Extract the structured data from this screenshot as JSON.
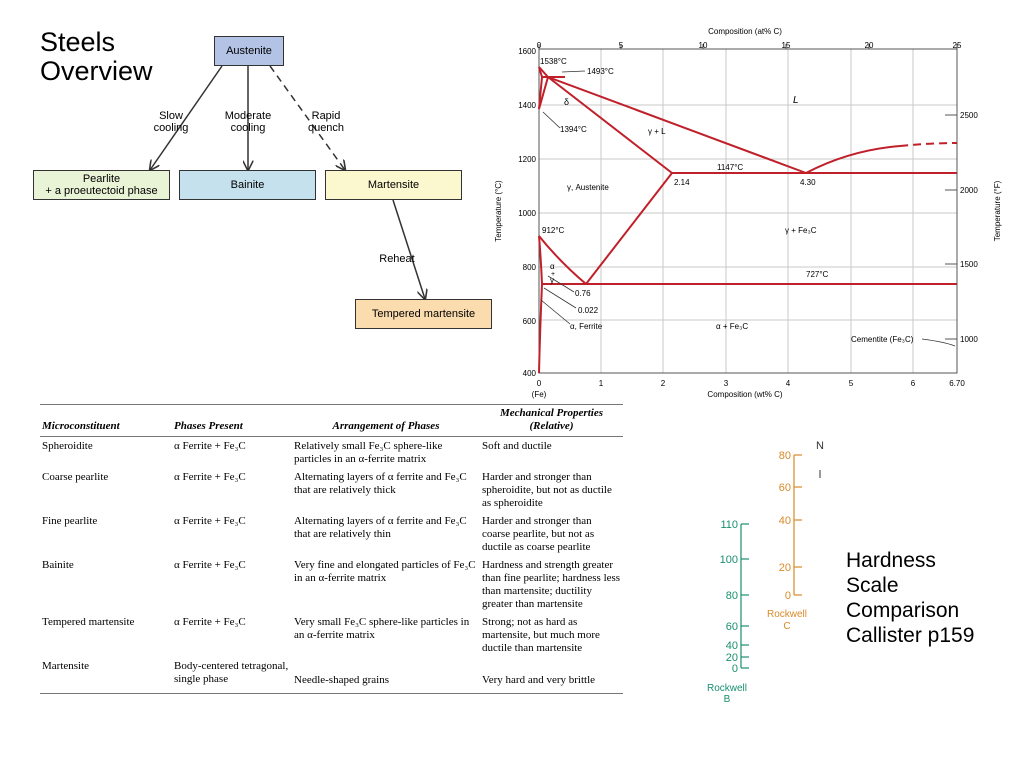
{
  "title": [
    "Steels",
    "Overview"
  ],
  "flowchart": {
    "austenite": "Austenite",
    "slow": [
      "Slow",
      "cooling"
    ],
    "moderate": [
      "Moderate",
      "cooling"
    ],
    "rapid": [
      "Rapid",
      "quench"
    ],
    "pearlite": [
      "Pearlite",
      "+ a proeutectoid phase"
    ],
    "bainite": "Bainite",
    "martensite": "Martensite",
    "reheat": "Reheat",
    "tempered": "Tempered martensite",
    "colors": {
      "austenite": "#b3c3e6",
      "pearlite": "#e9f3d6",
      "bainite": "#c6e1ee",
      "martensite": "#fbf8cf",
      "tempered": "#fbdcaf"
    }
  },
  "phase_diagram": {
    "top_axis_label": "Composition (at% C)",
    "top_ticks": [
      "0",
      "5",
      "10",
      "15",
      "20",
      "25"
    ],
    "bottom_axis_label": "Composition (wt% C)",
    "bottom_ticks": [
      "0",
      "1",
      "2",
      "3",
      "4",
      "5",
      "6",
      "6.70"
    ],
    "fe_label": "(Fe)",
    "left_axis_label": "Temperature (°C)",
    "left_ticks": [
      "1600",
      "1400",
      "1200",
      "1000",
      "800",
      "600",
      "400"
    ],
    "right_axis_label": "Temperature (°F)",
    "right_ticks": [
      "2500",
      "2000",
      "1500",
      "1000"
    ],
    "labels": {
      "t1538": "1538°C",
      "t1493": "1493°C",
      "delta": "δ",
      "t1394": "1394°C",
      "L": "L",
      "gammaL": "γ + L",
      "t1147": "1147°C",
      "c214": "2.14",
      "c430": "4.30",
      "austenite": "γ, Austenite",
      "t912": "912°C",
      "gammaFe3C": "γ + Fe₃C",
      "t727": "727°C",
      "alpha": "α",
      "plus": "+",
      "gamma": "γ",
      "c076": "0.76",
      "c0022": "0.022",
      "ferrite": "α, Ferrite",
      "alphaFe3C": "α + Fe₃C",
      "cementite": "Cementite (Fe₃C)"
    },
    "line_color": "#c0202a"
  },
  "table": {
    "headers": [
      "Microconstituent",
      "Phases Present",
      "Arrangement of Phases",
      "Mechanical Properties (Relative)"
    ],
    "rows": [
      [
        "Spheroidite",
        "α Ferrite + Fe₃C",
        "Relatively small Fe₃C sphere-like particles in an α-ferrite matrix",
        "Soft and ductile"
      ],
      [
        "Coarse pearlite",
        "α Ferrite + Fe₃C",
        "Alternating layers of α ferrite and Fe₃C that are relatively thick",
        "Harder and stronger than spheroidite, but not as ductile as spheroidite"
      ],
      [
        "Fine pearlite",
        "α Ferrite + Fe₃C",
        "Alternating layers of α ferrite and Fe₃C that are relatively thin",
        "Harder and stronger than coarse pearlite, but not as ductile as coarse pearlite"
      ],
      [
        "Bainite",
        "α Ferrite + Fe₃C",
        "Very fine and elongated particles of Fe₃C in an α-ferrite matrix",
        "Hardness and strength greater than fine pearlite; hardness less than martensite; ductility greater than martensite"
      ],
      [
        "Tempered martensite",
        "α Ferrite + Fe₃C",
        "Very small Fe₃C sphere-like particles in an α-ferrite matrix",
        "Strong; not as hard as martensite, but much more ductile than martensite"
      ],
      [
        "Martensite",
        "Body-centered tetragonal, single phase",
        "Needle-shaped grains",
        "Very hard and very brittle"
      ]
    ]
  },
  "hardness": {
    "rockwell_b_ticks": [
      "110",
      "100",
      "80",
      "60",
      "40",
      "20",
      "0"
    ],
    "rockwell_b_label": [
      "Rockwell",
      "B"
    ],
    "rockwell_b_color": "#1a8f6e",
    "rockwell_c_ticks": [
      "80",
      "60",
      "40",
      "20",
      "0"
    ],
    "rockwell_c_label": [
      "Rockwell",
      "C"
    ],
    "rockwell_c_color": "#d98a28",
    "cut_label": "N"
  },
  "sidenote": [
    "Hardness",
    "Scale",
    "Comparison",
    "Callister p159"
  ]
}
